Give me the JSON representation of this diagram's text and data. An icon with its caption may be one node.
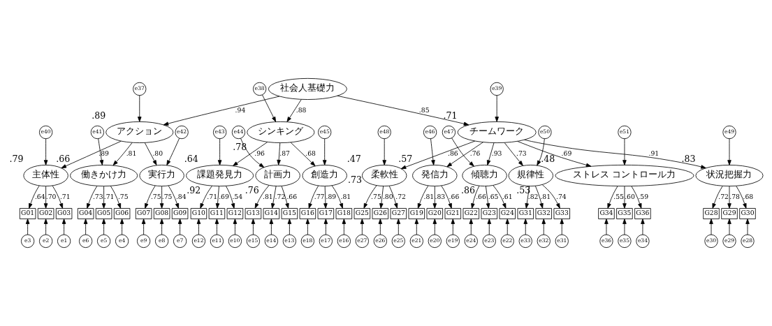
{
  "diagram": {
    "nodes": [
      {
        "text": [
          "社会人基礎力"
        ]
      },
      {
        "text": [
          "e37"
        ]
      },
      {
        "text": [
          "e38"
        ]
      },
      {
        "text": [
          "e39"
        ]
      },
      {
        "text": [
          "アクション"
        ],
        "beside": [
          ".89"
        ]
      },
      {
        "text": [
          "シンキング"
        ],
        "beside": [
          ".78"
        ]
      },
      {
        "text": [
          "チームワーク"
        ],
        "beside": [
          ".71"
        ]
      },
      {
        "text": [
          "e40"
        ]
      },
      {
        "text": [
          "e41"
        ]
      },
      {
        "text": [
          "e42"
        ]
      },
      {
        "text": [
          "e43"
        ]
      },
      {
        "text": [
          "e44"
        ]
      },
      {
        "text": [
          "e45"
        ]
      },
      {
        "text": [
          "e46"
        ]
      },
      {
        "text": [
          "e47"
        ]
      },
      {
        "text": [
          "e48"
        ]
      },
      {
        "text": [
          "e49"
        ]
      },
      {
        "text": [
          "e50"
        ]
      },
      {
        "text": [
          "e51"
        ]
      },
      {
        "text": [
          "主体性"
        ],
        "beside": [
          ".79"
        ]
      },
      {
        "text": [
          "働きかけ力"
        ],
        "beside": [
          ".66"
        ]
      },
      {
        "text": [
          "実行力"
        ],
        "beside": [
          ".64"
        ]
      },
      {
        "text": [
          "課題発見力"
        ],
        "beside": [
          ".92"
        ]
      },
      {
        "text": [
          "計画力"
        ],
        "beside": [
          ".76"
        ]
      },
      {
        "text": [
          "創造力"
        ],
        "beside": [
          ".47"
        ]
      },
      {
        "text": [
          "発信力"
        ],
        "beside": [
          ".57"
        ]
      },
      {
        "text": [
          "傾聴力"
        ],
        "beside": [
          ".86"
        ]
      },
      {
        "text": [
          "柔軟性"
        ],
        "beside": [
          ".73"
        ]
      },
      {
        "text": [
          "状況把握力"
        ],
        "beside": [
          ".83"
        ]
      },
      {
        "text": [
          "規律性"
        ],
        "beside": [
          ".53"
        ]
      },
      {
        "text": [
          "ストレス コントロール力"
        ],
        "beside": [
          ".48"
        ]
      },
      {
        "text": [
          "G01"
        ]
      },
      {
        "text": [
          "G02"
        ]
      },
      {
        "text": [
          "G03"
        ]
      },
      {
        "text": [
          "G04"
        ]
      },
      {
        "text": [
          "G05"
        ]
      },
      {
        "text": [
          "G06"
        ]
      },
      {
        "text": [
          "G07"
        ]
      },
      {
        "text": [
          "G08"
        ]
      },
      {
        "text": [
          "G09"
        ]
      },
      {
        "text": [
          "G10"
        ]
      },
      {
        "text": [
          "G11"
        ]
      },
      {
        "text": [
          "G12"
        ]
      },
      {
        "text": [
          "G13"
        ]
      },
      {
        "text": [
          "G14"
        ]
      },
      {
        "text": [
          "G15"
        ]
      },
      {
        "text": [
          "G16"
        ]
      },
      {
        "text": [
          "G17"
        ]
      },
      {
        "text": [
          "G18"
        ]
      },
      {
        "text": [
          "G19"
        ]
      },
      {
        "text": [
          "G20"
        ]
      },
      {
        "text": [
          "G21"
        ]
      },
      {
        "text": [
          "G22"
        ]
      },
      {
        "text": [
          "G23"
        ]
      },
      {
        "text": [
          "G24"
        ]
      },
      {
        "text": [
          "G25"
        ]
      },
      {
        "text": [
          "G26"
        ]
      },
      {
        "text": [
          "G27"
        ]
      },
      {
        "text": [
          "G28"
        ]
      },
      {
        "text": [
          "G29"
        ]
      },
      {
        "text": [
          "G30"
        ]
      },
      {
        "text": [
          "G31"
        ]
      },
      {
        "text": [
          "G32"
        ]
      },
      {
        "text": [
          "G33"
        ]
      },
      {
        "text": [
          "G34"
        ]
      },
      {
        "text": [
          "G35"
        ]
      },
      {
        "text": [
          "G36"
        ]
      },
      {
        "text": [
          "e3"
        ]
      },
      {
        "text": [
          "e2"
        ]
      },
      {
        "text": [
          "e1"
        ]
      },
      {
        "text": [
          "e6"
        ]
      },
      {
        "text": [
          "e5"
        ]
      },
      {
        "text": [
          "e4"
        ]
      },
      {
        "text": [
          "e9"
        ]
      },
      {
        "text": [
          "e8"
        ]
      },
      {
        "text": [
          "e7"
        ]
      },
      {
        "text": [
          "e12"
        ]
      },
      {
        "text": [
          "e11"
        ]
      },
      {
        "text": [
          "e10"
        ]
      },
      {
        "text": [
          "e15"
        ]
      },
      {
        "text": [
          "e14"
        ]
      },
      {
        "text": [
          "e13"
        ]
      },
      {
        "text": [
          "e18"
        ]
      },
      {
        "text": [
          "e17"
        ]
      },
      {
        "text": [
          "e16"
        ]
      },
      {
        "text": [
          "e21"
        ]
      },
      {
        "text": [
          "e20"
        ]
      },
      {
        "text": [
          "e19"
        ]
      },
      {
        "text": [
          "e24"
        ]
      },
      {
        "text": [
          "e23"
        ]
      },
      {
        "text": [
          "e22"
        ]
      },
      {
        "text": [
          "e27"
        ]
      },
      {
        "text": [
          "e26"
        ]
      },
      {
        "text": [
          "e25"
        ]
      },
      {
        "text": [
          "e30"
        ]
      },
      {
        "text": [
          "e29"
        ]
      },
      {
        "text": [
          "e28"
        ]
      },
      {
        "text": [
          "e33"
        ]
      },
      {
        "text": [
          "e32"
        ]
      },
      {
        "text": [
          "e31"
        ]
      },
      {
        "text": [
          "e36"
        ]
      },
      {
        "text": [
          "e35"
        ]
      },
      {
        "text": [
          "e34"
        ]
      }
    ],
    "edges": [
      {
        "from": 0,
        "to": 4,
        "arrow": "to",
        "label": ".94"
      },
      {
        "from": 0,
        "to": 5,
        "arrow": "to",
        "label": ".88"
      },
      {
        "from": 0,
        "to": 6,
        "arrow": "to",
        "label": ".85"
      },
      {
        "from": 1,
        "to": 4,
        "arrow": "to"
      },
      {
        "from": 2,
        "to": 5,
        "arrow": "to"
      },
      {
        "from": 3,
        "to": 6,
        "arrow": "to"
      },
      {
        "from": 4,
        "to": 19,
        "arrow": "to",
        "label": ".89"
      },
      {
        "from": 4,
        "to": 20,
        "arrow": "to",
        "label": ".81"
      },
      {
        "from": 4,
        "to": 21,
        "arrow": "to",
        "label": ".80"
      },
      {
        "from": 5,
        "to": 22,
        "arrow": "to",
        "label": ".96"
      },
      {
        "from": 5,
        "to": 23,
        "arrow": "to",
        "label": ".87"
      },
      {
        "from": 5,
        "to": 24,
        "arrow": "to",
        "label": ".68"
      },
      {
        "from": 6,
        "to": 25,
        "arrow": "to",
        "label": ".76"
      },
      {
        "from": 6,
        "to": 26,
        "arrow": "to",
        "label": ".93"
      },
      {
        "from": 6,
        "to": 27,
        "arrow": "to",
        "label": ".86"
      },
      {
        "from": 6,
        "to": 28,
        "arrow": "to",
        "label": ".91"
      },
      {
        "from": 6,
        "to": 29,
        "arrow": "to",
        "label": ".73"
      },
      {
        "from": 6,
        "to": 30,
        "arrow": "to",
        "label": ".69"
      },
      {
        "from": 7,
        "to": 19,
        "arrow": "to"
      },
      {
        "from": 8,
        "to": 20,
        "arrow": "to"
      },
      {
        "from": 9,
        "to": 21,
        "arrow": "to"
      },
      {
        "from": 10,
        "to": 22,
        "arrow": "to"
      },
      {
        "from": 11,
        "to": 23,
        "arrow": "to"
      },
      {
        "from": 12,
        "to": 24,
        "arrow": "to"
      },
      {
        "from": 13,
        "to": 25,
        "arrow": "to"
      },
      {
        "from": 14,
        "to": 26,
        "arrow": "to"
      },
      {
        "from": 15,
        "to": 27,
        "arrow": "to"
      },
      {
        "from": 16,
        "to": 28,
        "arrow": "to"
      },
      {
        "from": 17,
        "to": 29,
        "arrow": "to"
      },
      {
        "from": 18,
        "to": 30,
        "arrow": "to"
      },
      {
        "from": 19,
        "to": 31,
        "arrow": "to",
        "label": ".64"
      },
      {
        "from": 19,
        "to": 32,
        "arrow": "to",
        "label": ".70"
      },
      {
        "from": 19,
        "to": 33,
        "arrow": "to",
        "label": ".71"
      },
      {
        "from": 20,
        "to": 34,
        "arrow": "to",
        "label": ".73"
      },
      {
        "from": 20,
        "to": 35,
        "arrow": "to",
        "label": ".71"
      },
      {
        "from": 20,
        "to": 36,
        "arrow": "to",
        "label": ".75"
      },
      {
        "from": 21,
        "to": 37,
        "arrow": "to",
        "label": ".75"
      },
      {
        "from": 21,
        "to": 38,
        "arrow": "to",
        "label": ".75"
      },
      {
        "from": 21,
        "to": 39,
        "arrow": "to",
        "label": ".84"
      },
      {
        "from": 22,
        "to": 40,
        "arrow": "to",
        "label": ".71"
      },
      {
        "from": 22,
        "to": 41,
        "arrow": "to",
        "label": ".69"
      },
      {
        "from": 22,
        "to": 42,
        "arrow": "to",
        "label": ".54"
      },
      {
        "from": 23,
        "to": 43,
        "arrow": "to",
        "label": ".81"
      },
      {
        "from": 23,
        "to": 44,
        "arrow": "to",
        "label": ".72"
      },
      {
        "from": 23,
        "to": 45,
        "arrow": "to",
        "label": ".66"
      },
      {
        "from": 24,
        "to": 46,
        "arrow": "to",
        "label": ".77"
      },
      {
        "from": 24,
        "to": 47,
        "arrow": "to",
        "label": ".89"
      },
      {
        "from": 24,
        "to": 48,
        "arrow": "to",
        "label": ".81"
      },
      {
        "from": 25,
        "to": 49,
        "arrow": "to",
        "label": ".81"
      },
      {
        "from": 25,
        "to": 50,
        "arrow": "to",
        "label": ".83"
      },
      {
        "from": 25,
        "to": 51,
        "arrow": "to",
        "label": ".66"
      },
      {
        "from": 26,
        "to": 52,
        "arrow": "to",
        "label": ".66"
      },
      {
        "from": 26,
        "to": 53,
        "arrow": "to",
        "label": ".65"
      },
      {
        "from": 26,
        "to": 54,
        "arrow": "to",
        "label": ".61"
      },
      {
        "from": 27,
        "to": 55,
        "arrow": "to",
        "label": ".75"
      },
      {
        "from": 27,
        "to": 56,
        "arrow": "to",
        "label": ".80"
      },
      {
        "from": 27,
        "to": 57,
        "arrow": "to",
        "label": ".72"
      },
      {
        "from": 28,
        "to": 58,
        "arrow": "to",
        "label": ".72"
      },
      {
        "from": 28,
        "to": 59,
        "arrow": "to",
        "label": ".78"
      },
      {
        "from": 28,
        "to": 60,
        "arrow": "to",
        "label": ".68"
      },
      {
        "from": 29,
        "to": 61,
        "arrow": "to",
        "label": ".82"
      },
      {
        "from": 29,
        "to": 62,
        "arrow": "to",
        "label": ".81"
      },
      {
        "from": 29,
        "to": 63,
        "arrow": "to",
        "label": ".74"
      },
      {
        "from": 30,
        "to": 64,
        "arrow": "to",
        "label": ".55"
      },
      {
        "from": 30,
        "to": 65,
        "arrow": "to",
        "label": ".60"
      },
      {
        "from": 30,
        "to": 66,
        "arrow": "to",
        "label": ".59"
      },
      {
        "from": 67,
        "to": 31,
        "arrow": "to"
      },
      {
        "from": 68,
        "to": 32,
        "arrow": "to"
      },
      {
        "from": 69,
        "to": 33,
        "arrow": "to"
      },
      {
        "from": 70,
        "to": 34,
        "arrow": "to"
      },
      {
        "from": 71,
        "to": 35,
        "arrow": "to"
      },
      {
        "from": 72,
        "to": 36,
        "arrow": "to"
      },
      {
        "from": 73,
        "to": 37,
        "arrow": "to"
      },
      {
        "from": 74,
        "to": 38,
        "arrow": "to"
      },
      {
        "from": 75,
        "to": 39,
        "arrow": "to"
      },
      {
        "from": 76,
        "to": 40,
        "arrow": "to"
      },
      {
        "from": 77,
        "to": 41,
        "arrow": "to"
      },
      {
        "from": 78,
        "to": 42,
        "arrow": "to"
      },
      {
        "from": 79,
        "to": 43,
        "arrow": "to"
      },
      {
        "from": 80,
        "to": 44,
        "arrow": "to"
      },
      {
        "from": 81,
        "to": 45,
        "arrow": "to"
      },
      {
        "from": 82,
        "to": 46,
        "arrow": "to"
      },
      {
        "from": 83,
        "to": 47,
        "arrow": "to"
      },
      {
        "from": 84,
        "to": 48,
        "arrow": "to"
      },
      {
        "from": 85,
        "to": 49,
        "arrow": "to"
      },
      {
        "from": 86,
        "to": 50,
        "arrow": "to"
      },
      {
        "from": 87,
        "to": 51,
        "arrow": "to"
      },
      {
        "from": 88,
        "to": 52,
        "arrow": "to"
      },
      {
        "from": 89,
        "to": 53,
        "arrow": "to"
      },
      {
        "from": 90,
        "to": 54,
        "arrow": "to"
      },
      {
        "from": 91,
        "to": 55,
        "arrow": "to"
      },
      {
        "from": 92,
        "to": 56,
        "arrow": "to"
      },
      {
        "from": 93,
        "to": 57,
        "arrow": "to"
      },
      {
        "from": 94,
        "to": 58,
        "arrow": "to"
      },
      {
        "from": 95,
        "to": 59,
        "arrow": "to"
      },
      {
        "from": 96,
        "to": 60,
        "arrow": "to"
      },
      {
        "from": 97,
        "to": 61,
        "arrow": "to"
      },
      {
        "from": 98,
        "to": 62,
        "arrow": "to"
      },
      {
        "from": 99,
        "to": 63,
        "arrow": "to"
      },
      {
        "from": 100,
        "to": 64,
        "arrow": "to"
      },
      {
        "from": 101,
        "to": 65,
        "arrow": "to"
      },
      {
        "from": 102,
        "to": 66,
        "arrow": "to"
      }
    ]
  }
}
